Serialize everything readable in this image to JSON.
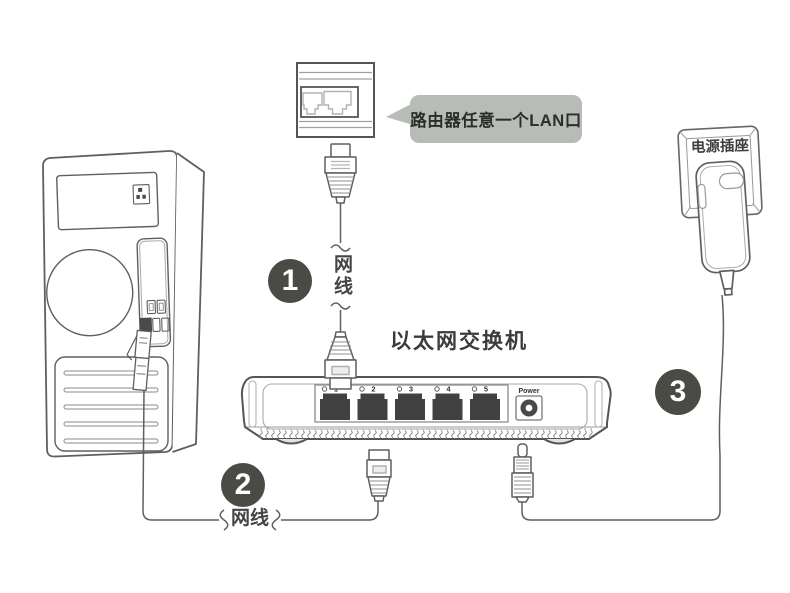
{
  "diagram": {
    "callout_text": "路由器任意一个LAN口",
    "switch_title": "以太网交换机",
    "outlet_label": "电源插座",
    "cable_label_top": "网线",
    "cable_label_bottom": "网线",
    "steps": [
      "1",
      "2",
      "3"
    ],
    "ports": [
      "1",
      "2",
      "3",
      "4",
      "5"
    ],
    "power_label": "Power",
    "colors": {
      "step_circle": "#4b4b46",
      "callout_bg": "#b7bdb6",
      "line": "#5f5f5f",
      "port_dark": "#414141"
    }
  }
}
